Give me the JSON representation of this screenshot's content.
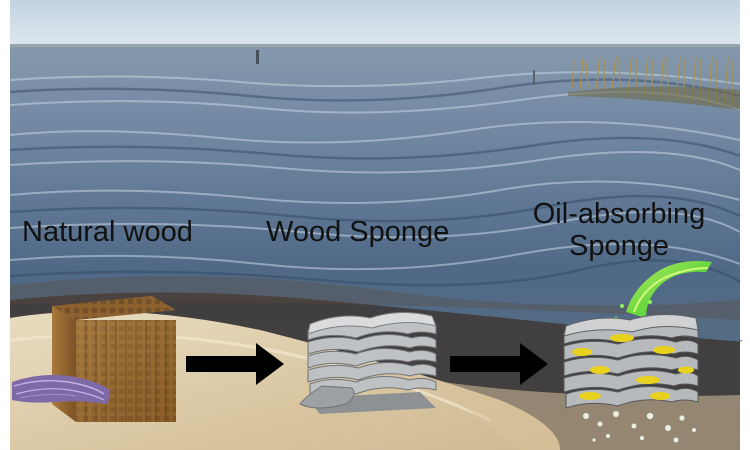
{
  "scene": {
    "labels": {
      "natural_wood": "Natural wood",
      "wood_sponge": "Wood Sponge",
      "oil_absorbing_line1": "Oil-absorbing",
      "oil_absorbing_line2": "Sponge"
    },
    "colors": {
      "sky": "#cfdbe6",
      "water_deep": "#3d5a78",
      "water_mid": "#7d94ad",
      "sand": "#e2d3b4",
      "oil_slick": "#3b302a",
      "reeds": "#b09a5c",
      "wood": "#b88646",
      "sponge_grey": "#b9bcbf",
      "oil_yellow": "#e9d21d",
      "oil_green": "#7de83c",
      "arrow": "#000000"
    },
    "icons": [
      "right-arrow-icon",
      "right-arrow-icon"
    ]
  }
}
